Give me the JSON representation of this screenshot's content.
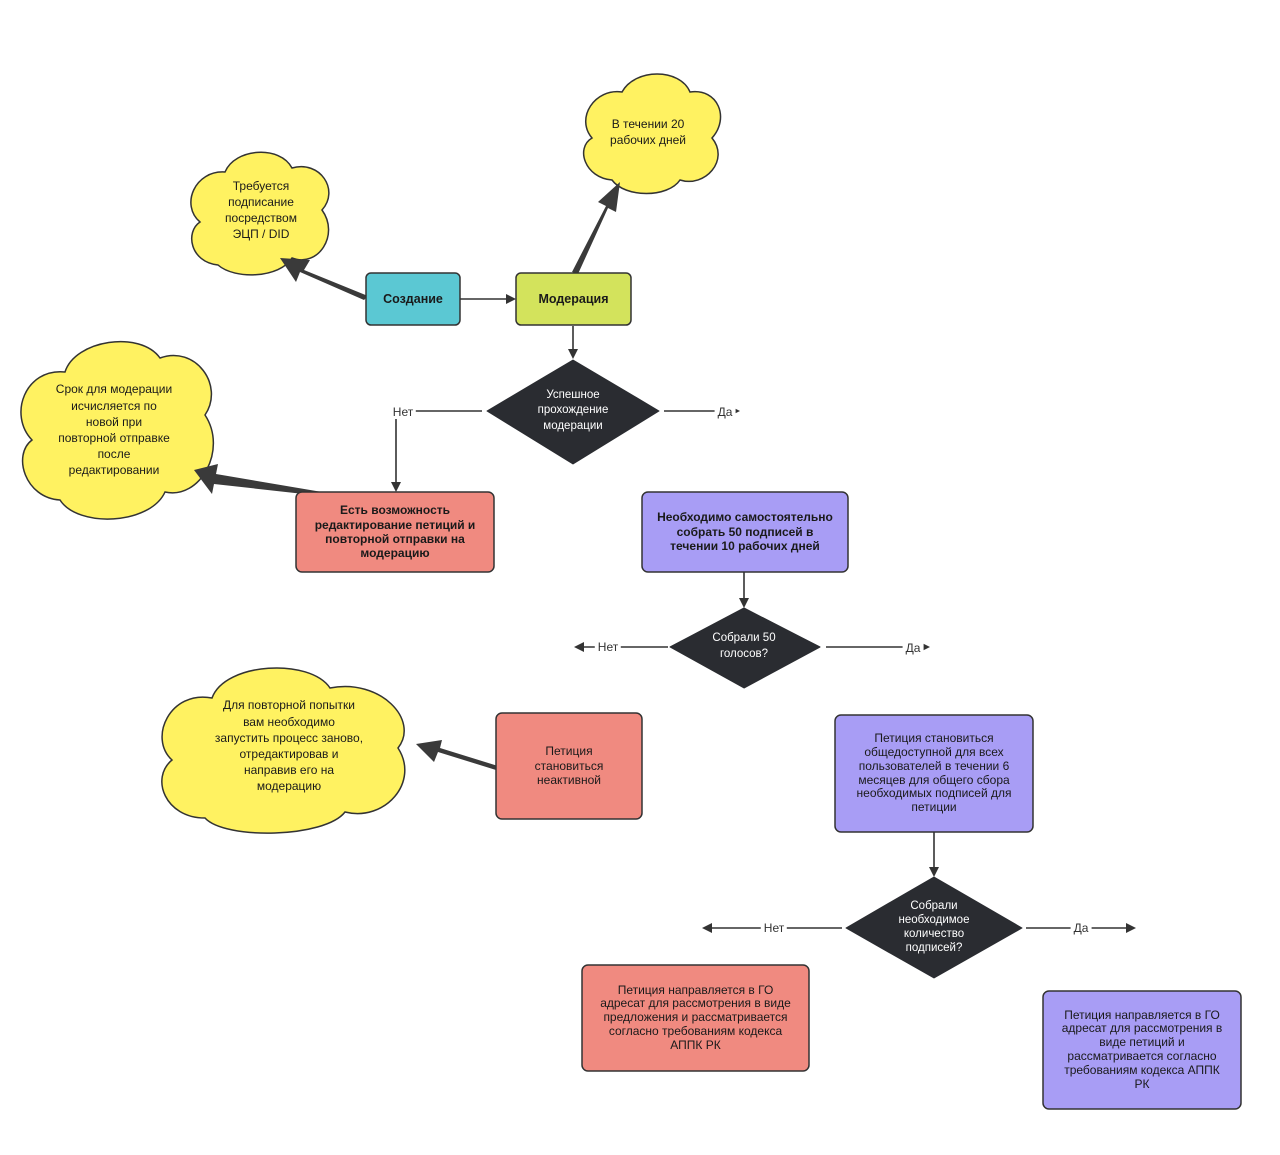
{
  "colors": {
    "cyan": "#5bc8d3",
    "lime": "#d3e35c",
    "red": "#f08a80",
    "purple": "#a89df5",
    "yellow": "#fff261",
    "dark": "#2a2c31",
    "stroke": "#333333",
    "arrow_dark": "#3a3a3a"
  },
  "nodes": {
    "create": "Создание",
    "moderation": "Модерация",
    "cloud_signature": "Требуется\nподписание\nпосредством\nЭЦП / DID",
    "cloud_20days": "В течении 20\nрабочих дней",
    "decision_moderation": "Успешное\nпрохождение\nмодерации",
    "cloud_deadline": "Срок для модерации\nисчисляется по\nновой при\nповторной отправке\nпосле\nредактировании",
    "edit_resubmit": "Есть возможность\nредактирование петиций и\nповторной отправки на\nмодерацию",
    "collect_50": "Необходимо самостоятельно\nсобрать 50 подписей в\nтечении 10 рабочих дней",
    "decision_50": "Собрали 50\nголосов?",
    "inactive": "Петиция\nстановиться\nнеактивной",
    "cloud_retry": "Для повторной попытки\nвам необходимо\nзапустить процесс заново,\nотредактировав и\nнаправив его на\nмодерацию",
    "public": "Петиция становиться\nобщедоступной для всех\nпользователей в течении 6\nмесяцев для общего сбора\nнеобходимых подписей для\nпетиции",
    "decision_required": "Собрали\nнеобходимое\nколичество\nподписей?",
    "send_proposal": "Петиция направляется в ГО\nадресат для рассмотрения в виде\nпредложения и рассматривается\nсогласно требованиям кодекса\nАППК РК",
    "send_petition": "Петиция направляется в ГО\nадресат для рассмотрения в\nвиде петиций и\nрассматривается согласно\nтребованиям кодекса АППК\nРК"
  },
  "edges": {
    "no_1": "Нет",
    "yes_1": "Да",
    "no_2": "Нет",
    "yes_2": "Да",
    "no_3": "Нет",
    "yes_3": "Да"
  }
}
